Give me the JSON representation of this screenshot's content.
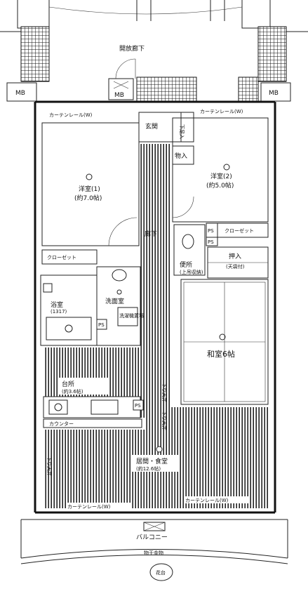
{
  "labels": {
    "corridor": "開放廊下",
    "mb_left": "MB",
    "mb_center": "MB",
    "mb_right": "MB",
    "entrance": "玄関",
    "storage_entrance": "物入",
    "shoe_box": "下足入",
    "western_room_1": "洋室(1)",
    "western_room_1_size": "(約7.0帖)",
    "western_room_2": "洋室(2)",
    "western_room_2_size": "(約5.0帖)",
    "hallway": "廊下",
    "closet_left": "クローゼット",
    "closet_right": "クローゼット",
    "ps_1": "PS",
    "ps_2": "PS",
    "ps_3": "PS",
    "ps_4": "PS",
    "toilet": "便所",
    "toilet_sub": "(上吊収納)",
    "storage_upper": "押入",
    "storage_upper_sub": "(天袋付)",
    "japanese_room": "和室6帖",
    "bathroom": "浴室",
    "bathroom_size": "(1317)",
    "washroom": "洗面室",
    "washer": "洗濯機置場",
    "kitchen": "台所",
    "kitchen_size": "(約3.6帖)",
    "counter": "カウンター",
    "living": "居間・食堂",
    "living_size": "(約12.6帖)",
    "curtain_left": "カーテンレール(W)",
    "curtain_right": "カーテンレール(W)",
    "curtain_top_left": "カーテンレール(W)",
    "curtain_top_right": "カーテンレール(W)",
    "balcony": "バルコニー",
    "flower_box": "花台",
    "rail_note": "物干金物",
    "ceiling_note_1": "下り天井",
    "ceiling_note_2": "下り天井",
    "ceiling_note_3": "下り天井"
  }
}
